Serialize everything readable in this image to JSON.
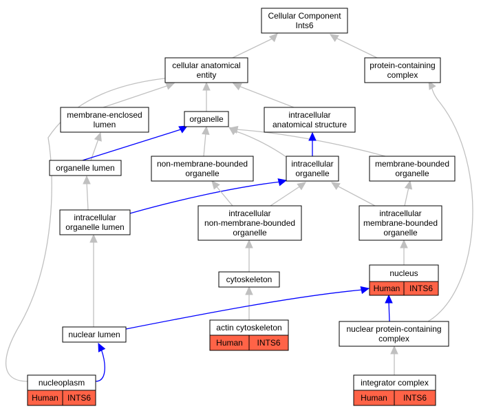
{
  "colors": {
    "grey_edge": "#c0c0c0",
    "blue_edge": "#0000ff",
    "annotation_fill": "#ff6347"
  },
  "nodes": [
    {
      "id": "cc",
      "lines": [
        "Cellular Component",
        "Ints6"
      ]
    },
    {
      "id": "cae",
      "lines": [
        "cellular anatomical",
        "entity"
      ]
    },
    {
      "id": "pcc",
      "lines": [
        "protein-containing",
        "complex"
      ]
    },
    {
      "id": "mel",
      "lines": [
        "membrane-enclosed",
        "lumen"
      ]
    },
    {
      "id": "org",
      "lines": [
        "organelle"
      ]
    },
    {
      "id": "ias",
      "lines": [
        "intracellular",
        "anatomical structure"
      ]
    },
    {
      "id": "ol",
      "lines": [
        "organelle lumen"
      ]
    },
    {
      "id": "nmbo",
      "lines": [
        "non-membrane-bounded",
        "organelle"
      ]
    },
    {
      "id": "io",
      "lines": [
        "intracellular",
        "organelle"
      ]
    },
    {
      "id": "mbo",
      "lines": [
        "membrane-bounded",
        "organelle"
      ]
    },
    {
      "id": "iol",
      "lines": [
        "intracellular",
        "organelle lumen"
      ]
    },
    {
      "id": "inmbo",
      "lines": [
        "intracellular",
        "non-membrane-bounded",
        "organelle"
      ]
    },
    {
      "id": "imbo",
      "lines": [
        "intracellular",
        "membrane-bounded",
        "organelle"
      ]
    },
    {
      "id": "nuc",
      "lines": [
        "nucleus"
      ],
      "annotation": [
        "Human",
        "INTS6"
      ]
    },
    {
      "id": "cyto",
      "lines": [
        "cytoskeleton"
      ]
    },
    {
      "id": "nl",
      "lines": [
        "nuclear lumen"
      ]
    },
    {
      "id": "actin",
      "lines": [
        "actin cytoskeleton"
      ],
      "annotation": [
        "Human",
        "INTS6"
      ]
    },
    {
      "id": "npcc",
      "lines": [
        "nuclear protein-containing",
        "complex"
      ]
    },
    {
      "id": "np",
      "lines": [
        "nucleoplasm"
      ],
      "annotation": [
        "Human",
        "INTS6"
      ]
    },
    {
      "id": "intc",
      "lines": [
        "integrator complex"
      ],
      "annotation": [
        "Human",
        "INTS6"
      ]
    }
  ]
}
